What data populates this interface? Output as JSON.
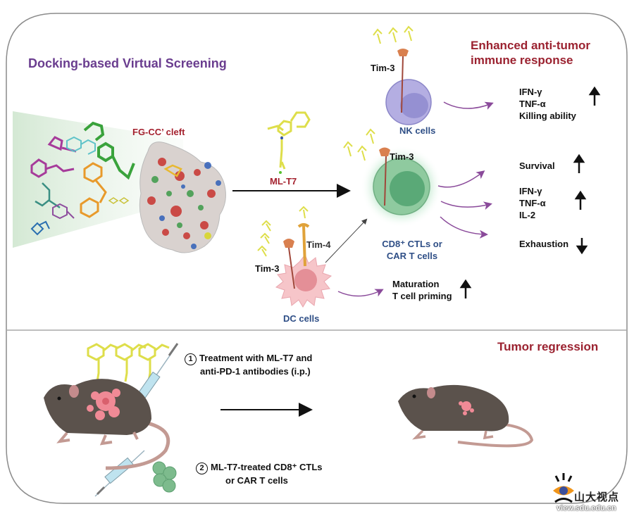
{
  "top_panel": {
    "title": "Docking-based Virtual Screening",
    "cleft_label": "FG-CC’ cleft",
    "compound_label": "ML-T7",
    "response_title_line1": "Enhanced anti-tumor",
    "response_title_line2": "immune response",
    "nk": {
      "receptor_label": "Tim-3",
      "cell_label": "NK cells",
      "effects": [
        "IFN-γ",
        "TNF-α",
        "Killing  ability"
      ],
      "effect_direction": "up"
    },
    "t_cell": {
      "receptor_label": "Tim-3",
      "cell_label_line1": "CD8⁺ CTLs or",
      "cell_label_line2": "CAR T cells",
      "effects": [
        {
          "items": [
            "Survival"
          ],
          "direction": "up"
        },
        {
          "items": [
            "IFN-γ",
            "TNF-α",
            "IL-2"
          ],
          "direction": "up"
        },
        {
          "items": [
            "Exhaustion"
          ],
          "direction": "down"
        }
      ]
    },
    "dc": {
      "receptor_label_1": "Tim-3",
      "receptor_label_2": "Tim-4",
      "cell_label": "DC cells",
      "effects": [
        "Maturation",
        "T cell priming"
      ],
      "effect_direction": "up"
    }
  },
  "bottom_panel": {
    "title": "Tumor regression",
    "step1_number": "1",
    "step1_line1": "Treatment with ML-T7 and",
    "step1_line2": "anti-PD-1 antibodies (i.p.)",
    "step2_number": "2",
    "step2_line1": "ML-T7-treated CD8⁺ CTLs",
    "step2_line2": "or CAR T cells"
  },
  "watermark": {
    "name": "山大视点",
    "url": "view.sdu.edu.cn"
  },
  "colors": {
    "frame": "#8c8c8c",
    "title_purple": "#6a3d8f",
    "title_red": "#9b2230",
    "cell_label_blue": "#2e4e86",
    "flow_arrow_purple": "#8a4a9a",
    "nk_cell": "#a9a3dc",
    "t_cell": "#7fbf95",
    "dc_cell": "#f2b3b8",
    "mouse": "#5b524c",
    "tumor": "#f08a96"
  }
}
